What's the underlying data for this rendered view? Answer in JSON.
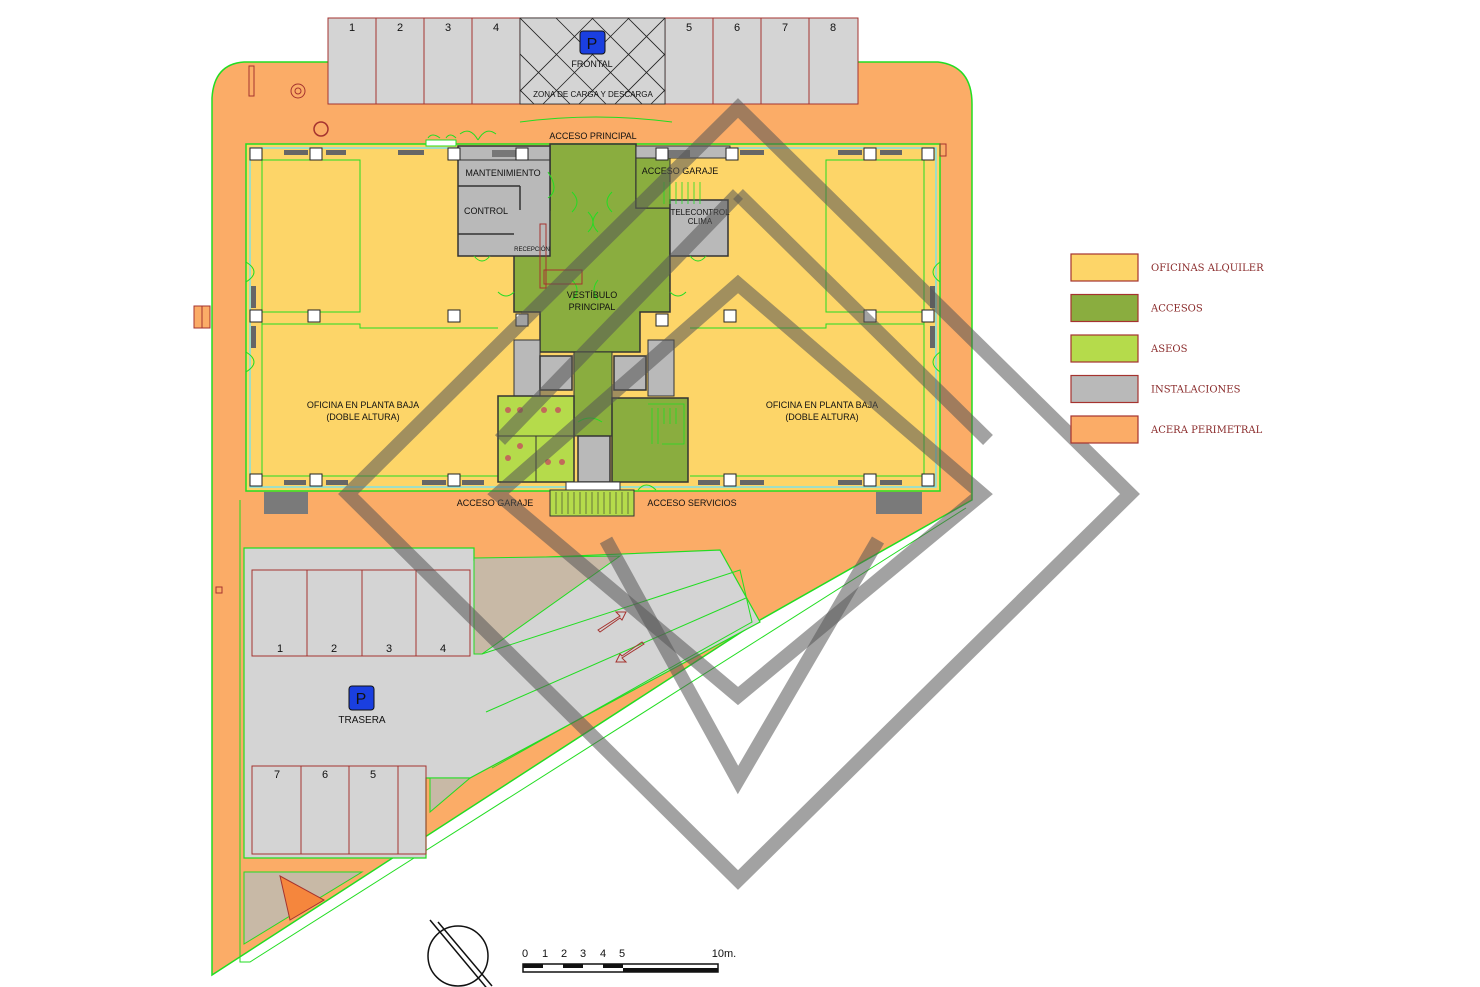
{
  "colors": {
    "oficinas": "#fdd568",
    "accesos": "#8aad3f",
    "aseos": "#b5db4b",
    "instalaciones": "#b9b9b9",
    "acera": "#fbac67",
    "parking": "#d4d4d4",
    "outline": "#22dd22",
    "legend_border": "#a5332f",
    "parking_sign": "#1a3fe0"
  },
  "legend": [
    {
      "label": "OFICINAS ALQUILER",
      "color": "#fdd568"
    },
    {
      "label": "ACCESOS",
      "color": "#8aad3f"
    },
    {
      "label": "ASEOS",
      "color": "#b5db4b"
    },
    {
      "label": "INSTALACIONES",
      "color": "#b9b9b9"
    },
    {
      "label": "ACERA PERIMETRAL",
      "color": "#fbac67"
    }
  ],
  "front_parking": {
    "numbers": [
      "1",
      "2",
      "3",
      "4",
      "5",
      "6",
      "7",
      "8"
    ],
    "sign": "P",
    "name": "FRONTAL",
    "zone": "ZONA DE CARGA Y DESCARGA"
  },
  "back_parking": {
    "top_numbers": [
      "1",
      "2",
      "3",
      "4"
    ],
    "bottom_numbers": [
      "7",
      "6",
      "5"
    ],
    "sign": "P",
    "name": "TRASERA"
  },
  "rooms": {
    "acceso_principal": "ACCESO PRINCIPAL",
    "mantenimiento": "MANTENIMIENTO",
    "control": "CONTROL",
    "recepcion": "RECEPCIÓN",
    "acceso_garaje_top": "ACCESO GARAJE",
    "telecontrol_1": "TELECONTROL",
    "telecontrol_2": "CLIMA",
    "vestibulo_1": "VESTÍBULO",
    "vestibulo_2": "PRINCIPAL",
    "oficina_left_1": "OFICINA EN PLANTA BAJA",
    "oficina_left_2": "(DOBLE ALTURA)",
    "oficina_right_1": "OFICINA EN PLANTA BAJA",
    "oficina_right_2": "(DOBLE ALTURA)",
    "acceso_garaje_bottom": "ACCESO GARAJE",
    "acceso_servicios": "ACCESO SERVICIOS"
  },
  "scale_bar": {
    "ticks": [
      "0",
      "1",
      "2",
      "3",
      "4",
      "5"
    ],
    "end_label": "10m."
  }
}
